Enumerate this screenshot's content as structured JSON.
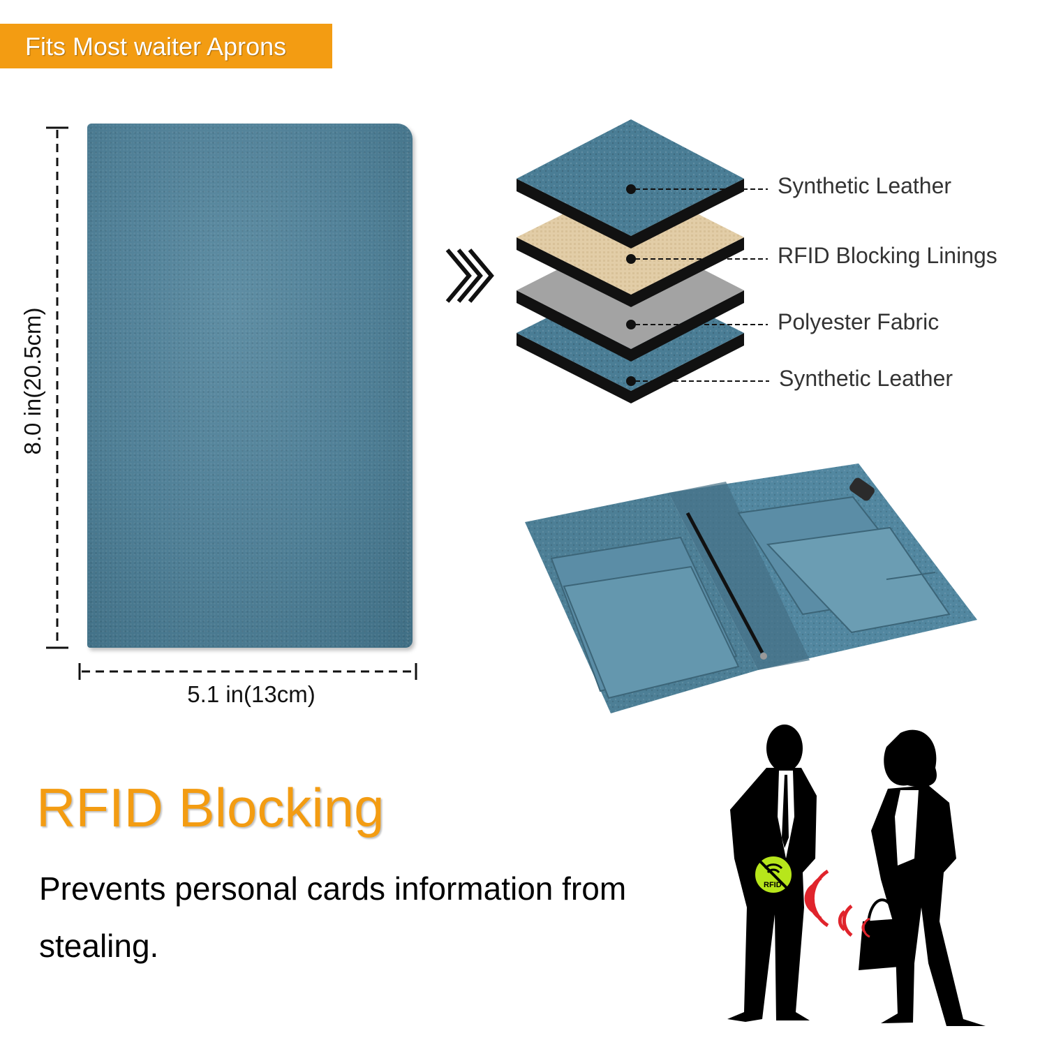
{
  "banner": {
    "text": "Fits Most waiter Aprons",
    "color": "#f39c12"
  },
  "dimensions": {
    "height_label": "8.0 in(20.5cm)",
    "width_label": "5.1 in(13cm)"
  },
  "layers": [
    {
      "label": "Synthetic Leather",
      "color": "#4a7d95"
    },
    {
      "label": "RFID Blocking Linings",
      "color": "#e2cda7"
    },
    {
      "label": "Polyester Fabric",
      "color": "#a3a3a3"
    },
    {
      "label": "Synthetic Leather",
      "color": "#4a7d95"
    }
  ],
  "rfid_icon_text": "RFID",
  "headline": "RFID Blocking",
  "description": "Prevents personal cards information from stealing.",
  "colors": {
    "accent": "#f39c12",
    "leather": "#4a7d95",
    "signal": "#e0242c",
    "rfid_badge": "#b7e61b"
  }
}
